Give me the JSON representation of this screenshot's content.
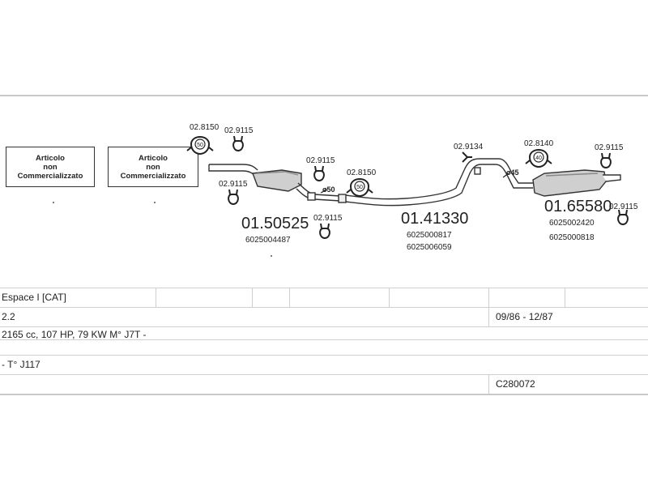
{
  "articles": [
    {
      "line1": "Articolo",
      "line2": "non",
      "line3": "Commercializzato"
    },
    {
      "line1": "Articolo",
      "line2": "non",
      "line3": "Commercializzato"
    }
  ],
  "parts": {
    "p_clamp_a": "02.8150",
    "p_ring_a": "02.9115",
    "p_ring_b": "02.9115",
    "p_ring_c": "02.9115",
    "p_ring_d": "02.9115",
    "p_clamp_b": "02.8150",
    "p_bracket": "02.9134",
    "p_clamp_c": "02.8140",
    "p_ring_e": "02.9115",
    "p_ring_f": "02.9115",
    "front_code": "01.50525",
    "front_ref": "6025004487",
    "mid_code": "01.41330",
    "mid_ref1": "6025000817",
    "mid_ref2": "6025006059",
    "rear_code": "01.65580",
    "rear_ref1": "6025002420",
    "rear_ref2": "6025000818",
    "dia_50": "ø50",
    "dia_45": "ø45",
    "clamp_a_num": "50",
    "clamp_b_num": "50",
    "clamp_c_num": "40"
  },
  "table": {
    "model": "Espace I [CAT]",
    "engine": "2.2",
    "dates": "09/86 - 12/87",
    "spec": "2165 cc, 107 HP, 79 KW M° J7T -",
    "type": "- T° J117",
    "code": "C280072"
  }
}
